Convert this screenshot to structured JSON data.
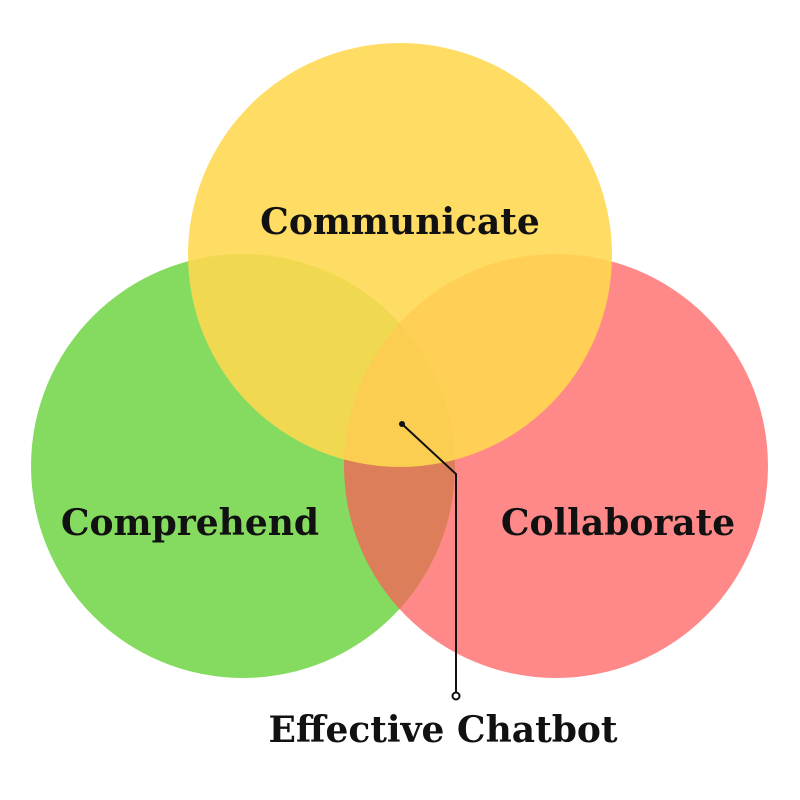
{
  "diagram": {
    "type": "venn",
    "sets": [
      {
        "id": "communicate",
        "label": "Communicate",
        "color": "#FFD84F"
      },
      {
        "id": "comprehend",
        "label": "Comprehend",
        "color": "#7ED957"
      },
      {
        "id": "collaborate",
        "label": "Collaborate",
        "color": "#FF5757"
      }
    ],
    "intersection_label": "Effective Chatbot",
    "leader_line_color": "#111111"
  }
}
